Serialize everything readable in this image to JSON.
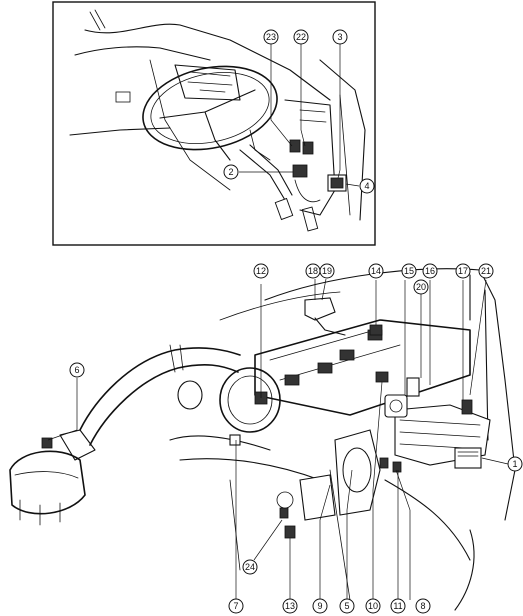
{
  "callouts": {
    "c1": "1",
    "c2": "2",
    "c3": "3",
    "c4": "4",
    "c5": "5",
    "c6": "6",
    "c7": "7",
    "c8": "8",
    "c9": "9",
    "c10": "10",
    "c11": "11",
    "c12": "12",
    "c13": "13",
    "c14": "14",
    "c15": "15",
    "c16": "16",
    "c17": "17",
    "c18": "18",
    "c19": "19",
    "c20": "20",
    "c21": "21",
    "c22": "22",
    "c23": "23",
    "c24": "24"
  },
  "colors": {
    "ink": "#111111",
    "background": "#ffffff"
  }
}
